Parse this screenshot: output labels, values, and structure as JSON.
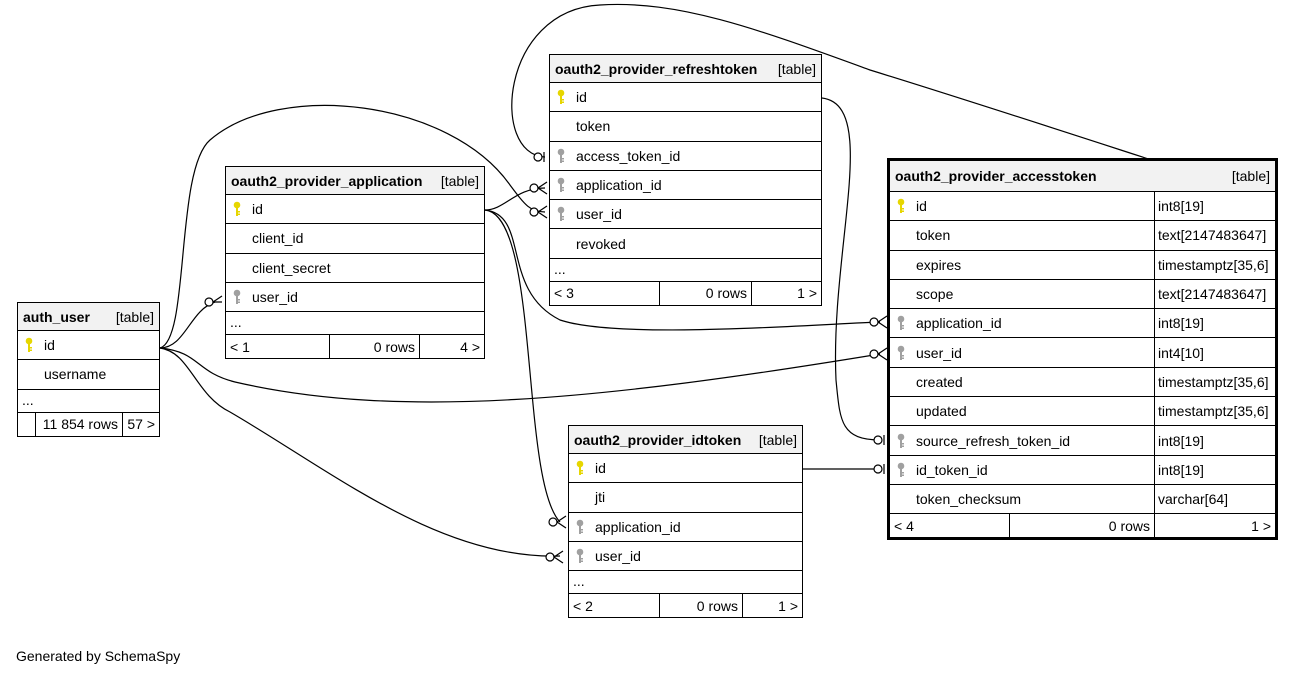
{
  "label_table": "[table]",
  "generated_by": "Generated by SchemaSpy",
  "colors": {
    "primary_key": "#e6d600",
    "foreign_key": "#a0a0a0",
    "header_bg": "#f2f2f2"
  },
  "tables": {
    "auth_user": {
      "name": "auth_user",
      "columns": [
        {
          "name": "id",
          "key": "primary"
        },
        {
          "name": "username",
          "key": ""
        }
      ],
      "ellipsis": "...",
      "footer": [
        "",
        "11 854 rows",
        "57 >"
      ]
    },
    "application": {
      "name": "oauth2_provider_application",
      "columns": [
        {
          "name": "id",
          "key": "primary"
        },
        {
          "name": "client_id",
          "key": ""
        },
        {
          "name": "client_secret",
          "key": ""
        },
        {
          "name": "user_id",
          "key": "foreign"
        }
      ],
      "ellipsis": "...",
      "footer": [
        "< 1",
        "0 rows",
        "4 >"
      ]
    },
    "refreshtoken": {
      "name": "oauth2_provider_refreshtoken",
      "columns": [
        {
          "name": "id",
          "key": "primary"
        },
        {
          "name": "token",
          "key": ""
        },
        {
          "name": "access_token_id",
          "key": "foreign"
        },
        {
          "name": "application_id",
          "key": "foreign"
        },
        {
          "name": "user_id",
          "key": "foreign"
        },
        {
          "name": "revoked",
          "key": ""
        }
      ],
      "ellipsis": "...",
      "footer": [
        "< 3",
        "0 rows",
        "1 >"
      ]
    },
    "accesstoken": {
      "name": "oauth2_provider_accesstoken",
      "columns": [
        {
          "name": "id",
          "key": "primary",
          "type": "int8[19]"
        },
        {
          "name": "token",
          "key": "",
          "type": "text[2147483647]"
        },
        {
          "name": "expires",
          "key": "",
          "type": "timestamptz[35,6]"
        },
        {
          "name": "scope",
          "key": "",
          "type": "text[2147483647]"
        },
        {
          "name": "application_id",
          "key": "foreign",
          "type": "int8[19]"
        },
        {
          "name": "user_id",
          "key": "foreign",
          "type": "int4[10]"
        },
        {
          "name": "created",
          "key": "",
          "type": "timestamptz[35,6]"
        },
        {
          "name": "updated",
          "key": "",
          "type": "timestamptz[35,6]"
        },
        {
          "name": "source_refresh_token_id",
          "key": "foreign",
          "type": "int8[19]"
        },
        {
          "name": "id_token_id",
          "key": "foreign",
          "type": "int8[19]"
        },
        {
          "name": "token_checksum",
          "key": "",
          "type": "varchar[64]"
        }
      ],
      "footer": [
        "< 4",
        "0 rows",
        "1 >"
      ]
    },
    "idtoken": {
      "name": "oauth2_provider_idtoken",
      "columns": [
        {
          "name": "id",
          "key": "primary"
        },
        {
          "name": "jti",
          "key": ""
        },
        {
          "name": "application_id",
          "key": "foreign"
        },
        {
          "name": "user_id",
          "key": "foreign"
        }
      ],
      "ellipsis": "...",
      "footer": [
        "< 2",
        "0 rows",
        "1 >"
      ]
    }
  }
}
